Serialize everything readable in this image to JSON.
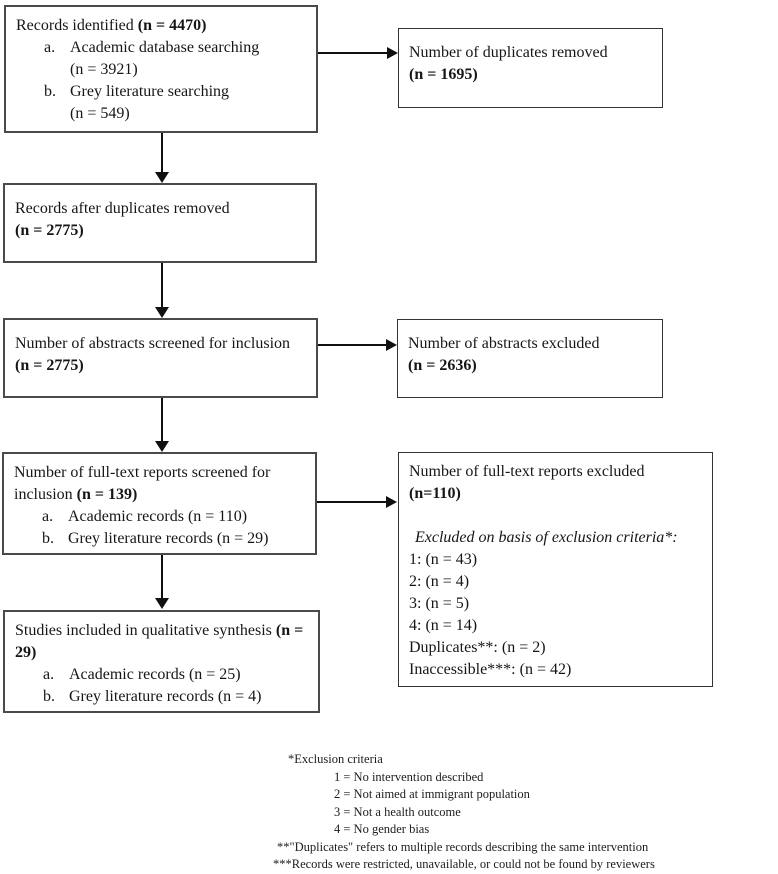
{
  "diagram": {
    "boxes": {
      "identified": {
        "title": "Records identified ",
        "title_bold": "(n = 4470)",
        "items": [
          {
            "marker": "a.",
            "text": "Academic database searching",
            "count": "(n = 3921)"
          },
          {
            "marker": "b.",
            "text": "Grey literature searching",
            "count": "(n = 549)"
          }
        ]
      },
      "duplicates_removed": {
        "title": "Number of duplicates removed",
        "count_bold": "(n = 1695)"
      },
      "after_duplicates": {
        "title": "Records after duplicates removed",
        "count_bold": "(n = 2775)"
      },
      "abstracts_screened": {
        "title": "Number of abstracts screened for inclusion ",
        "title_bold": "(n = 2775)"
      },
      "abstracts_excluded": {
        "title": "Number of abstracts excluded",
        "count_bold": "(n = 2636)"
      },
      "fulltext_screened": {
        "title": "Number of full-text reports screened for inclusion ",
        "title_bold": "(n = 139)",
        "items": [
          {
            "marker": "a.",
            "text": "Academic records (n = 110)"
          },
          {
            "marker": "b.",
            "text": "Grey literature records (n = 29)"
          }
        ]
      },
      "fulltext_excluded": {
        "title": "Number of full-text reports excluded",
        "count_bold": "(n=110)",
        "subtitle_italic": "Excluded on basis of exclusion criteria*:",
        "lines": [
          "1: (n = 43)",
          "2: (n = 4)",
          "3: (n = 5)",
          "4: (n = 14)",
          "Duplicates**: (n = 2)",
          "Inaccessible***: (n = 42)"
        ]
      },
      "included": {
        "title": "Studies included in qualitative synthesis ",
        "title_bold": "(n = 29)",
        "items": [
          {
            "marker": "a.",
            "text": "Academic records (n = 25)"
          },
          {
            "marker": "b.",
            "text": "Grey literature records (n = 4)"
          }
        ]
      }
    },
    "footnotes": {
      "title": "*Exclusion criteria",
      "criteria": [
        "1 = No intervention described",
        "2 = Not aimed at immigrant population",
        "3 = Not a health outcome",
        "4 = No gender bias"
      ],
      "note2": "**\"Duplicates\" refers to multiple records describing the same intervention",
      "note3": "***Records were restricted, unavailable, or could not be found by reviewers"
    }
  }
}
